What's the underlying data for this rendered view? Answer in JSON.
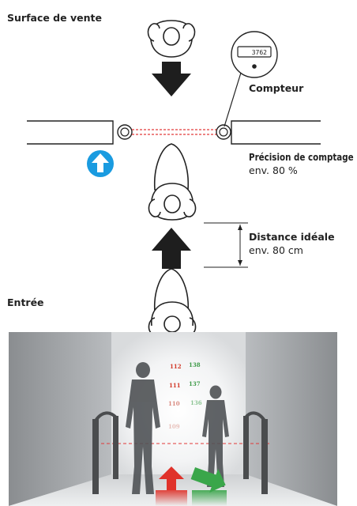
{
  "labels": {
    "sales_floor": "Surface de vente",
    "counter": "Compteur",
    "precision_title": "Précision de comptage",
    "precision_value": "env. 80 %",
    "distance_title": "Distance idéale",
    "distance_value": "env. 80 cm",
    "entrance": "Entrée"
  },
  "counter_display": "3762",
  "photo_numbers": [
    {
      "text": "112",
      "color": "#d23a2a"
    },
    {
      "text": "138",
      "color": "#3e9a48"
    },
    {
      "text": "111",
      "color": "#d23a2a"
    },
    {
      "text": "137",
      "color": "#3e9a48"
    },
    {
      "text": "110",
      "color": "#d98a80"
    },
    {
      "text": "136",
      "color": "#8fc596"
    },
    {
      "text": "109",
      "color": "#e8c0ba"
    }
  ],
  "colors": {
    "arrow_dark": "#1e1e1e",
    "arrow_blue": "#1a9be0",
    "beam_red": "#e23a3a",
    "arrow_red": "#e0322a",
    "arrow_green": "#3aa64a"
  }
}
